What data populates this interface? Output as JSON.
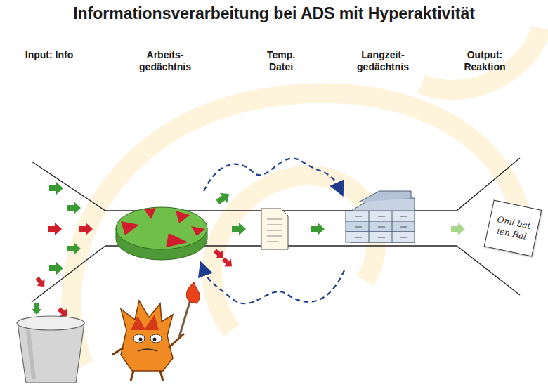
{
  "diagram": {
    "title": "Informationsverarbeitung bei ADS mit Hyperaktivität",
    "nodes": [
      {
        "text": [
          "Omi bat ien Bal"
        ]
      }
    ],
    "labels": [
      "Input: Info",
      "Arbeits- gedächtnis",
      "Temp. Datei",
      "Langzeit- gedächtnis",
      "Output: Reaktion"
    ]
  }
}
